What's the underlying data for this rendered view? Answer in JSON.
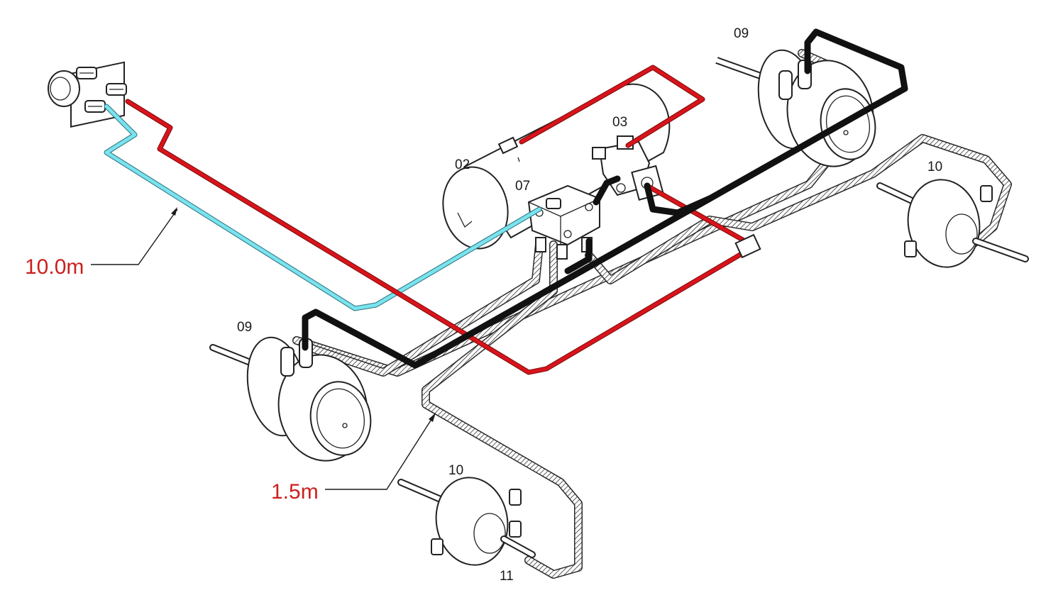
{
  "part_labels": {
    "p02": "02",
    "p03": "03",
    "p07": "07",
    "p09_top": "09",
    "p09_left": "09",
    "p10_right": "10",
    "p10_bottom": "10",
    "p11": "11"
  },
  "length_labels": {
    "supply_line": "10.0m",
    "brake_line": "1.5m"
  },
  "colors": {
    "supply_hose": "#79e3ef",
    "control_hose": "#d8141b",
    "chamber_hose": "#111111",
    "length_text": "#cc1f1f"
  }
}
